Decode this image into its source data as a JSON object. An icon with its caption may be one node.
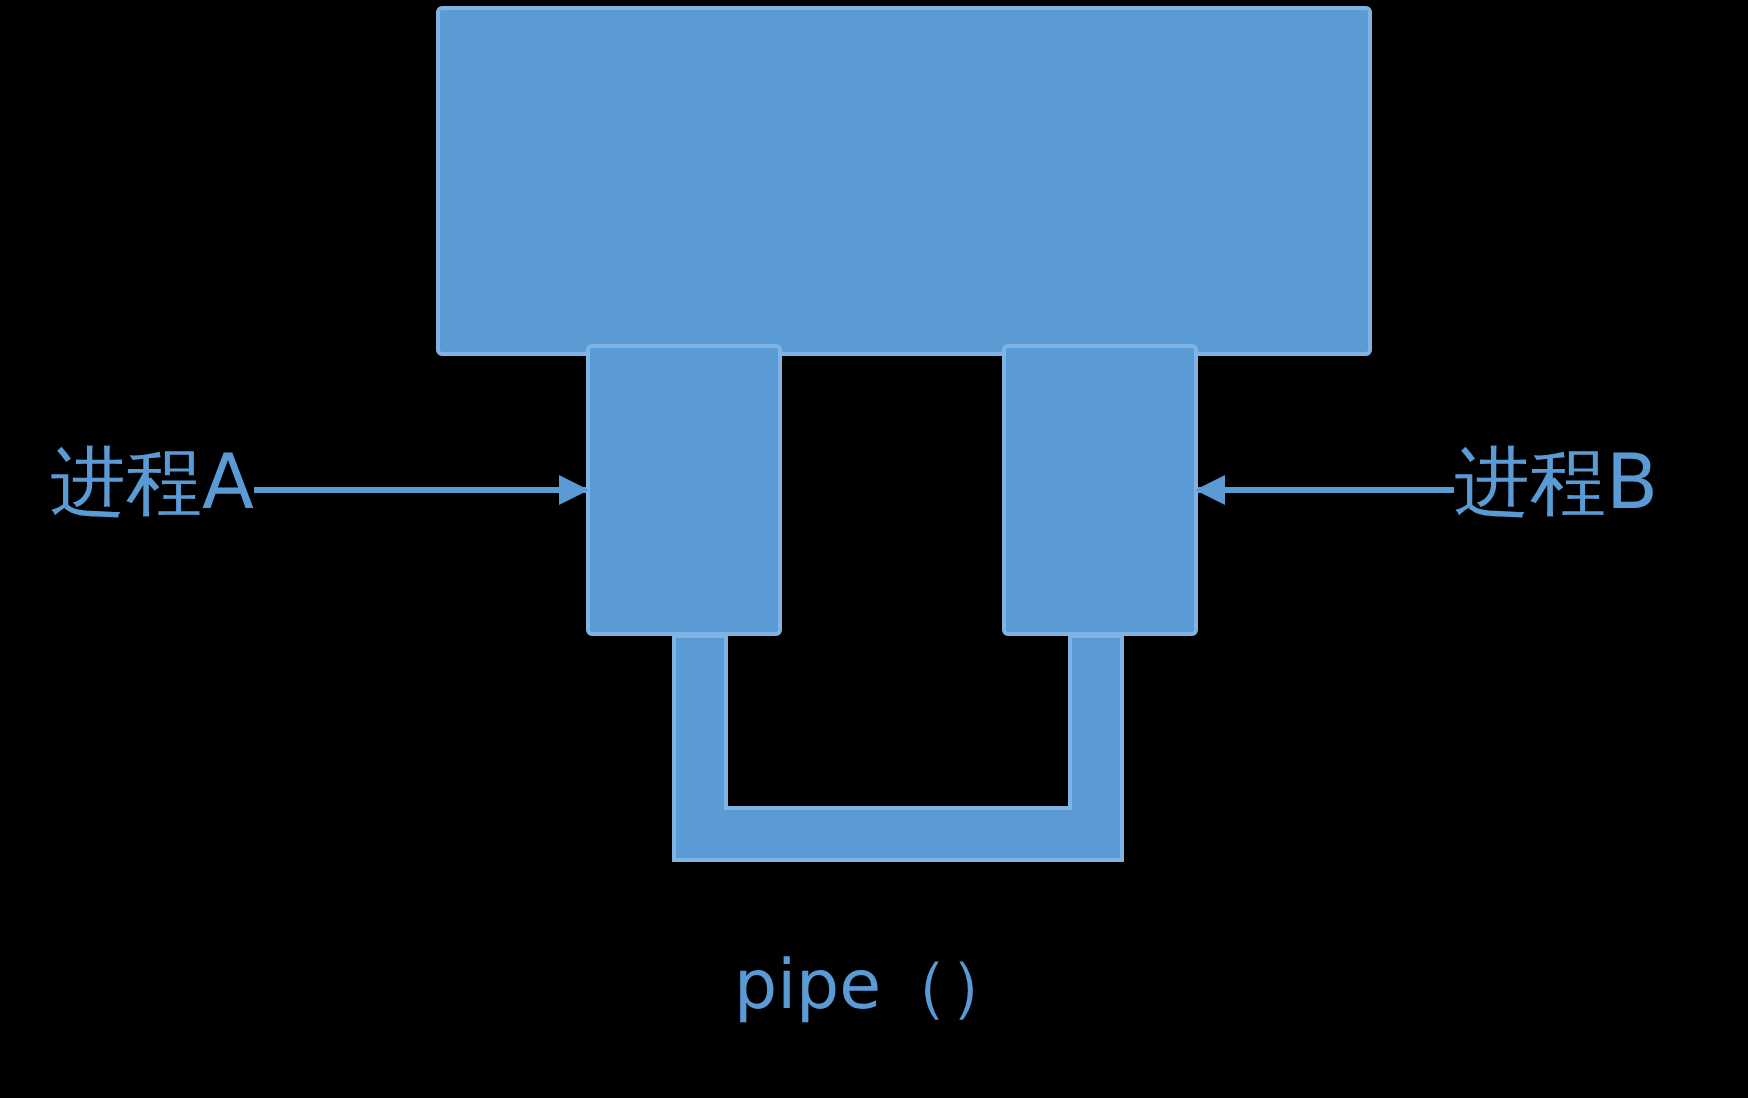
{
  "diagram": {
    "nodes": [
      {
        "text": [],
        "shape": "box"
      },
      {
        "text": [
          "进程A"
        ]
      },
      {
        "text": [],
        "shape": "box"
      },
      {
        "text": [
          "进程B"
        ]
      },
      {
        "text": [],
        "shape": "box"
      },
      {
        "text": [],
        "shape": "pipe"
      }
    ],
    "edges": [
      {
        "from": 1,
        "to": 2,
        "arrow": "to"
      },
      {
        "from": 3,
        "to": 4,
        "arrow": "to"
      }
    ],
    "labels": [
      "pipe（）"
    ]
  }
}
